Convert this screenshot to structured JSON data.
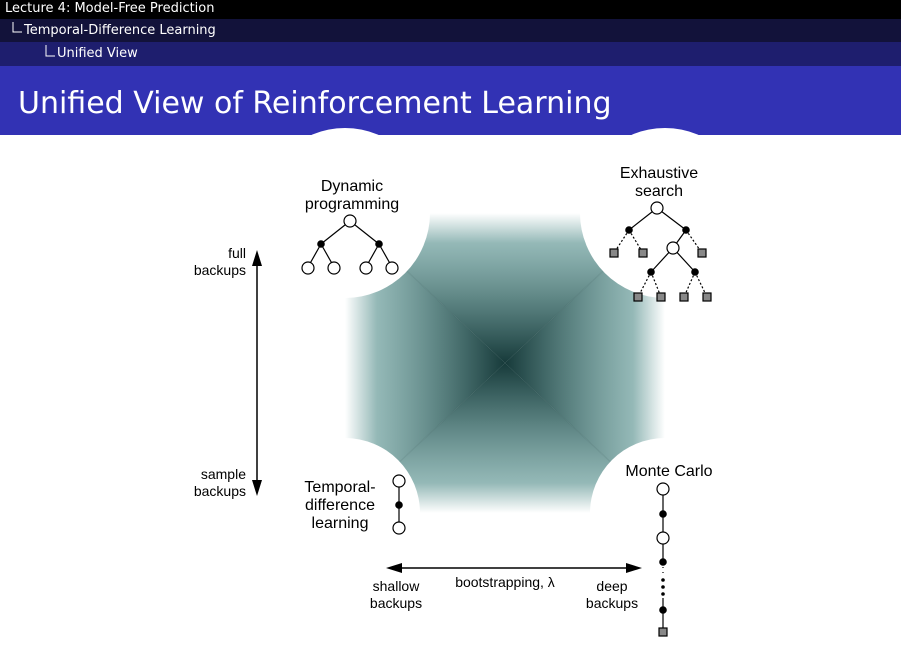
{
  "breadcrumbs": {
    "lecture": "Lecture 4: Model-Free Prediction",
    "section": "Temporal-Difference Learning",
    "subsection": "Unified View"
  },
  "slide": {
    "title": "Unified View of Reinforcement Learning"
  },
  "diagram": {
    "corners": {
      "top_left": [
        "Dynamic",
        "programming"
      ],
      "top_right": [
        "Exhaustive",
        "search"
      ],
      "bottom_left": [
        "Temporal-",
        "difference",
        "learning"
      ],
      "bottom_right": "Monte Carlo"
    },
    "vertical_axis": {
      "top": [
        "full",
        "backups"
      ],
      "bottom": [
        "sample",
        "backups"
      ]
    },
    "horizontal_axis": {
      "center": "bootstrapping, λ",
      "left": [
        "shallow",
        "backups"
      ],
      "right": [
        "deep",
        "backups"
      ]
    }
  },
  "colors": {
    "nav_top": "#000000",
    "nav_mid": "#12123a",
    "nav_low": "#1e1e6e",
    "title_bar": "#3232b4",
    "gradient_dark": "#173a3a",
    "gradient_mid": "#3d7f7c"
  }
}
